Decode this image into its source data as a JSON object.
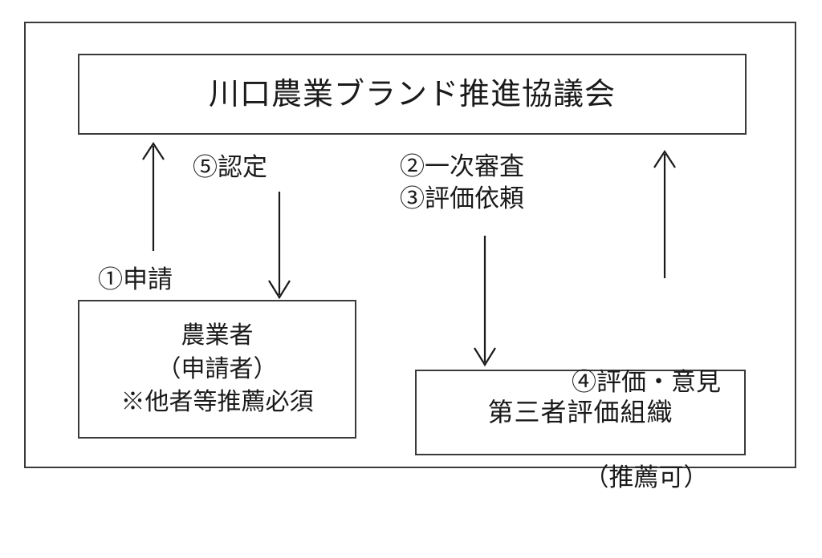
{
  "diagram": {
    "title_box": {
      "name": "council-box",
      "text": "川口農業ブランド推進協議会"
    },
    "farmer_box": {
      "name": "farmer-box",
      "lines": [
        "農業者",
        "（申請者）",
        "※他者等推薦必須"
      ]
    },
    "evaluator_box": {
      "name": "third-party-evaluation-box",
      "text": "第三者評価組織"
    },
    "labels": {
      "apply": "①申請",
      "certify": "⑤認定",
      "review": "②一次審査\n③評価依頼",
      "evaluation_line1": "④評価・意見",
      "evaluation_line2": "（推薦可）"
    },
    "arrows": [
      {
        "name": "arrow-apply-up",
        "direction": "up",
        "from": "farmer-box",
        "to": "council-box"
      },
      {
        "name": "arrow-certify-down",
        "direction": "down",
        "from": "council-box",
        "to": "farmer-box"
      },
      {
        "name": "arrow-review-down",
        "direction": "down",
        "from": "council-box",
        "to": "third-party-evaluation-box"
      },
      {
        "name": "arrow-evaluation-up",
        "direction": "up",
        "from": "third-party-evaluation-box",
        "to": "council-box"
      }
    ],
    "colors": {
      "stroke": "#3a3a3a",
      "text": "#1a1a1a",
      "background": "#ffffff"
    }
  }
}
